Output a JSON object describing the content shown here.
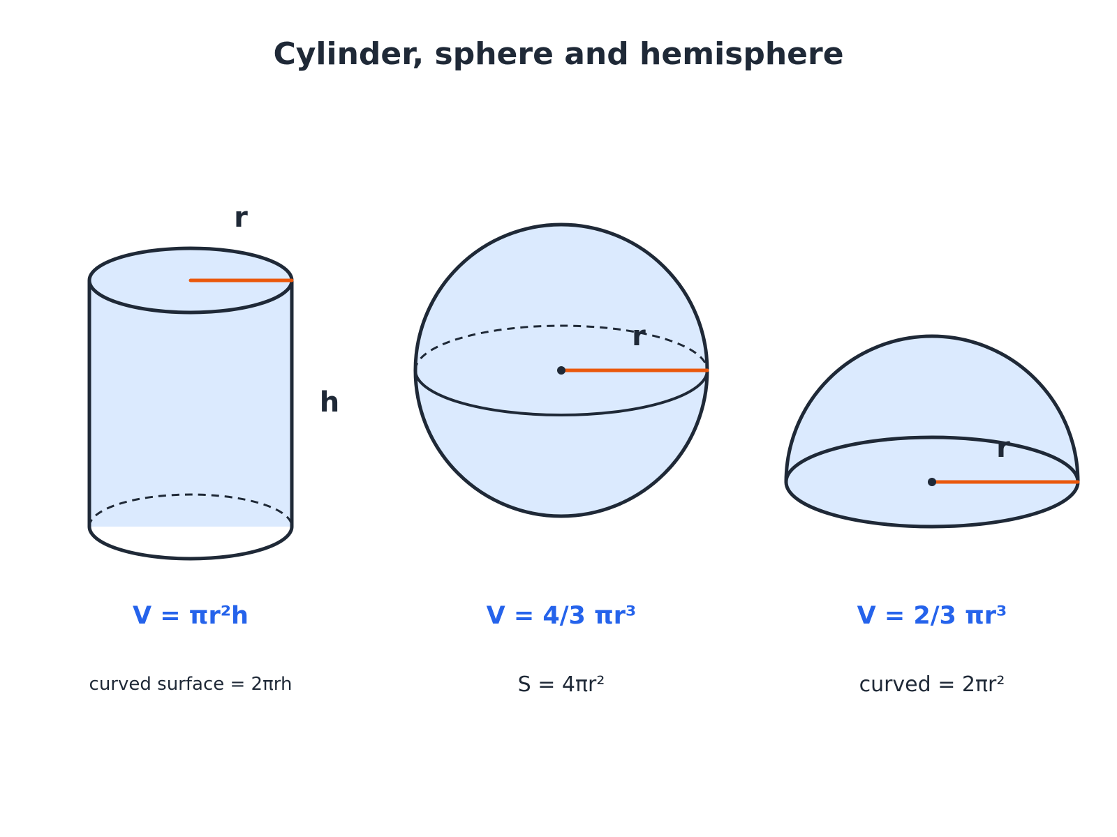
{
  "title": "Cylinder, sphere and hemisphere",
  "colors": {
    "background": "#ffffff",
    "ink": "#1f2937",
    "fill": "#dbeafe",
    "radius": "#ea580c",
    "formula": "#2563eb"
  },
  "cylinder": {
    "radius_label": "r",
    "height_label": "h",
    "volume": "V = πr²h",
    "note": "curved surface = 2πrh"
  },
  "sphere": {
    "radius_label": "r",
    "volume": "V = 4/3 πr³",
    "note": "S = 4πr²"
  },
  "hemisphere": {
    "radius_label": "r",
    "volume": "V = 2/3 πr³",
    "note": "curved = 2πr²"
  }
}
